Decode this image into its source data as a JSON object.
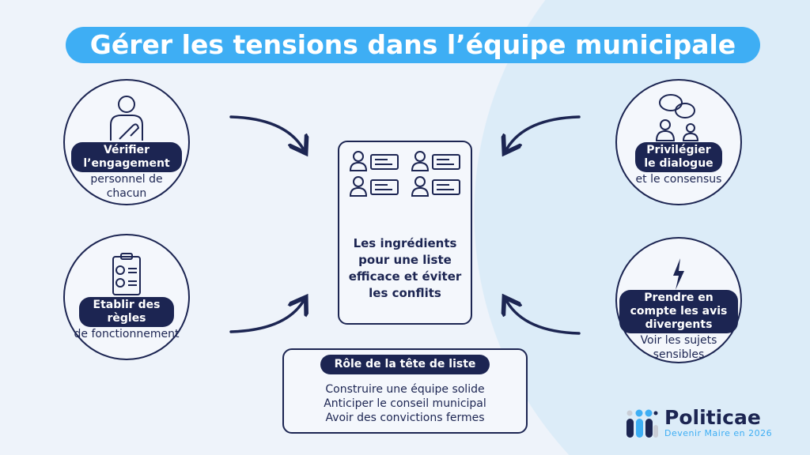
{
  "title": "Gérer les tensions dans l’équipe municipale",
  "nodes": [
    {
      "label": "Vérifier l’engagement",
      "sub": "personnel de chacun",
      "icon": "hand-on-heart-icon"
    },
    {
      "label": "Etablir des règles",
      "sub": "de fonctionnement",
      "icon": "checklist-icon"
    },
    {
      "label": "Privilégier le dialogue",
      "sub": "et le consensus",
      "icon": "dialogue-icon"
    },
    {
      "label": "Prendre en compte les avis divergents",
      "sub": "Voir les sujets sensibles",
      "icon": "lightning-icon"
    }
  ],
  "center": {
    "text": "Les ingrédients pour une liste efficace et éviter les conflits"
  },
  "role": {
    "title": "Rôle de la tête de liste",
    "items": [
      "Construire une équipe solide",
      "Anticiper le conseil municipal",
      "Avoir des convictions fermes"
    ]
  },
  "logo": {
    "name": "Politicae",
    "tagline": "Devenir Maire en 2026"
  },
  "colors": {
    "navy": "#1c2552",
    "accent": "#3eaef4"
  }
}
